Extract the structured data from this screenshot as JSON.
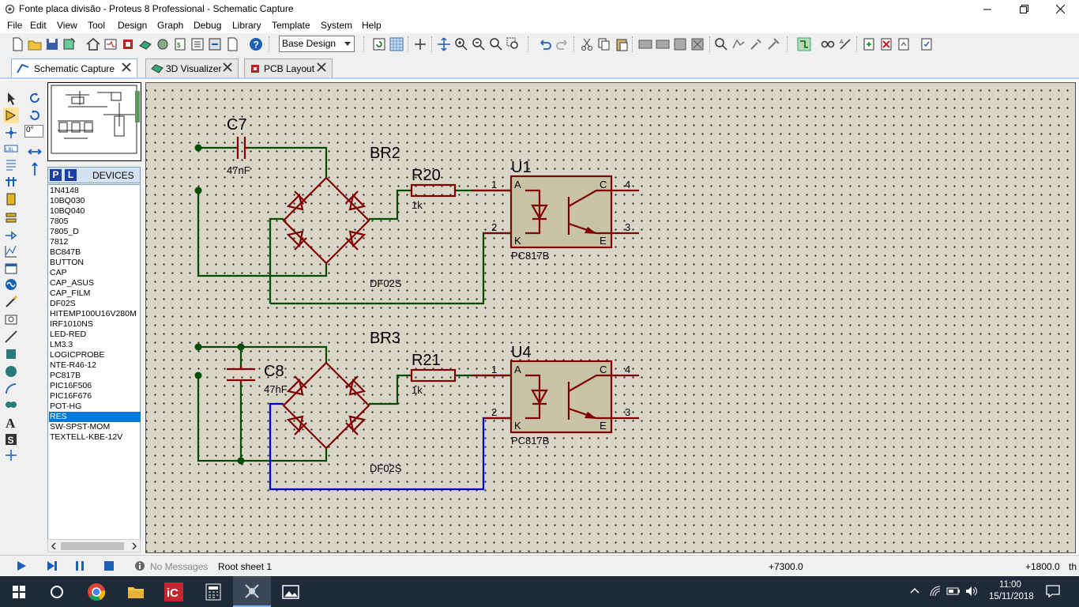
{
  "window": {
    "title": "Fonte placa divisão  - Proteus 8 Professional - Schematic Capture"
  },
  "menu": [
    "File",
    "Edit",
    "View",
    "Tool",
    "Design",
    "Graph",
    "Debug",
    "Library",
    "Template",
    "System",
    "Help"
  ],
  "toolbar": {
    "design_select": "Base Design"
  },
  "tabs": [
    {
      "label": "Schematic Capture"
    },
    {
      "label": "3D Visualizer"
    },
    {
      "label": "PCB Layout"
    }
  ],
  "rotation": {
    "value": "0°"
  },
  "devices": {
    "header_p": "P",
    "header_l": "L",
    "title": "DEVICES",
    "items": [
      "1N4148",
      "10BQ030",
      "10BQ040",
      "7805",
      "7805_D",
      "7812",
      "BC847B",
      "BUTTON",
      "CAP",
      "CAP_ASUS",
      "CAP_FILM",
      "DF02S",
      "HITEMP100U16V280M",
      "IRF1010NS",
      "LED-RED",
      "LM3.3",
      "LOGICPROBE",
      "NTE-R46-12",
      "PC817B",
      "PIC16F506",
      "PIC16F676",
      "POT-HG",
      "RES",
      "SW-SPST-MOM",
      "TEXTELL-KBE-12V"
    ],
    "selected": "RES"
  },
  "schematic": {
    "c7": {
      "ref": "C7",
      "value": "47nF"
    },
    "c8": {
      "ref": "C8",
      "value": "47nF"
    },
    "br2": {
      "ref": "BR2",
      "value": "DF02S"
    },
    "br3": {
      "ref": "BR3",
      "value": "DF02S"
    },
    "r20": {
      "ref": "R20",
      "value": "1k"
    },
    "r21": {
      "ref": "R21",
      "value": "1k"
    },
    "u1": {
      "ref": "U1",
      "value": "PC817B",
      "a": "A",
      "k": "K",
      "c": "C",
      "e": "E",
      "p1": "1",
      "p2": "2",
      "p3": "3",
      "p4": "4"
    },
    "u4": {
      "ref": "U4",
      "value": "PC817B",
      "a": "A",
      "k": "K",
      "c": "C",
      "e": "E",
      "p1": "1",
      "p2": "2",
      "p3": "3",
      "p4": "4"
    }
  },
  "colors": {
    "wire_green": "#004d00",
    "wire_blue": "#0000cc",
    "part_red": "#800000",
    "canvas": "#d9d5c7"
  },
  "status": {
    "messages": "No Messages",
    "sheet": "Root sheet 1",
    "x": "+7300.0",
    "y": "+1800.0",
    "unit": "th"
  },
  "clock": {
    "time": "11:00",
    "date": "15/11/2018"
  }
}
